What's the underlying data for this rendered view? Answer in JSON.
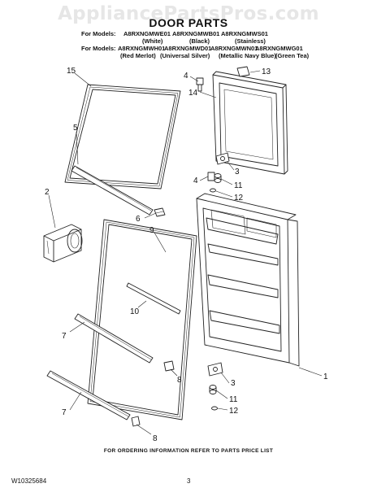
{
  "watermark": "AppliancePartsPros.com",
  "title": "DOOR PARTS",
  "models": {
    "row1_prefix": "For Models:",
    "row1": [
      "A8RXNGMWE01",
      "A8RXNGMWB01",
      "A8RXNGMWS01"
    ],
    "row1_colors": [
      "(White)",
      "(Black)",
      "(Stainless)"
    ],
    "row2_prefix": "For Models:",
    "row2": [
      "A8RXNGMWH01",
      "A8RXNGMWD01",
      "A8RXNGMWN01",
      "A8RXNGMWG01"
    ],
    "row2_colors": [
      "(Red Merlot)",
      "(Universal Silver)",
      "(Metallic Navy Blue)",
      "(Green Tea)"
    ]
  },
  "callouts": {
    "c15": "15",
    "c5": "5",
    "c2": "2",
    "c6": "6",
    "c9": "9",
    "c10": "10",
    "c7a": "7",
    "c7b": "7",
    "c8a": "8",
    "c8b": "8",
    "c4a": "4",
    "c13": "13",
    "c14": "14",
    "c3a": "3",
    "c4b": "4",
    "c11a": "11",
    "c12a": "12",
    "c1": "1",
    "c3b": "3",
    "c11b": "11",
    "c12b": "12"
  },
  "footer": {
    "ordering_note": "FOR ORDERING INFORMATION REFER TO PARTS PRICE LIST",
    "part_number": "W10325684",
    "page_number": "3"
  }
}
